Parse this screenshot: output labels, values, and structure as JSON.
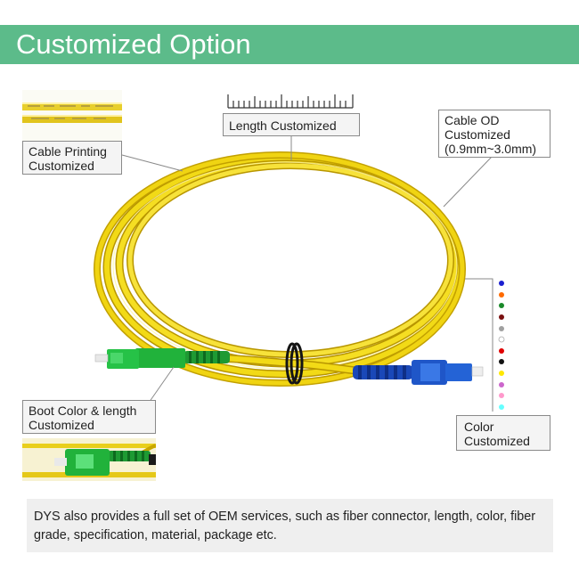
{
  "banner": {
    "title": "Customized Option",
    "color": "#5cbb8a"
  },
  "callouts": {
    "length": {
      "line1": "Length Customized"
    },
    "cable_od": {
      "line1": "Cable OD",
      "line2": "Customized",
      "line3": "(0.9mm~3.0mm)"
    },
    "printing": {
      "line1": "Cable Printing",
      "line2": "Customized"
    },
    "boot": {
      "line1": "Boot Color & length",
      "line2": "Customized"
    },
    "color": {
      "line1": "Color",
      "line2": "Customized"
    }
  },
  "color_swatches": [
    "#1a1fd0",
    "#ff6a00",
    "#1a8a2a",
    "#7a1010",
    "#a0a0a0",
    "#ffffff",
    "#e00000",
    "#111111",
    "#ffe800",
    "#cc66cc",
    "#ff99cc",
    "#66ffff"
  ],
  "cable_color": "#f2da16",
  "connector_colors": {
    "apc": "#21b23b",
    "upc": "#1f56c8"
  },
  "footer": {
    "text": "DYS also provides a full set of OEM services, such as fiber connector, length, color, fiber grade, specification, material, package etc."
  }
}
